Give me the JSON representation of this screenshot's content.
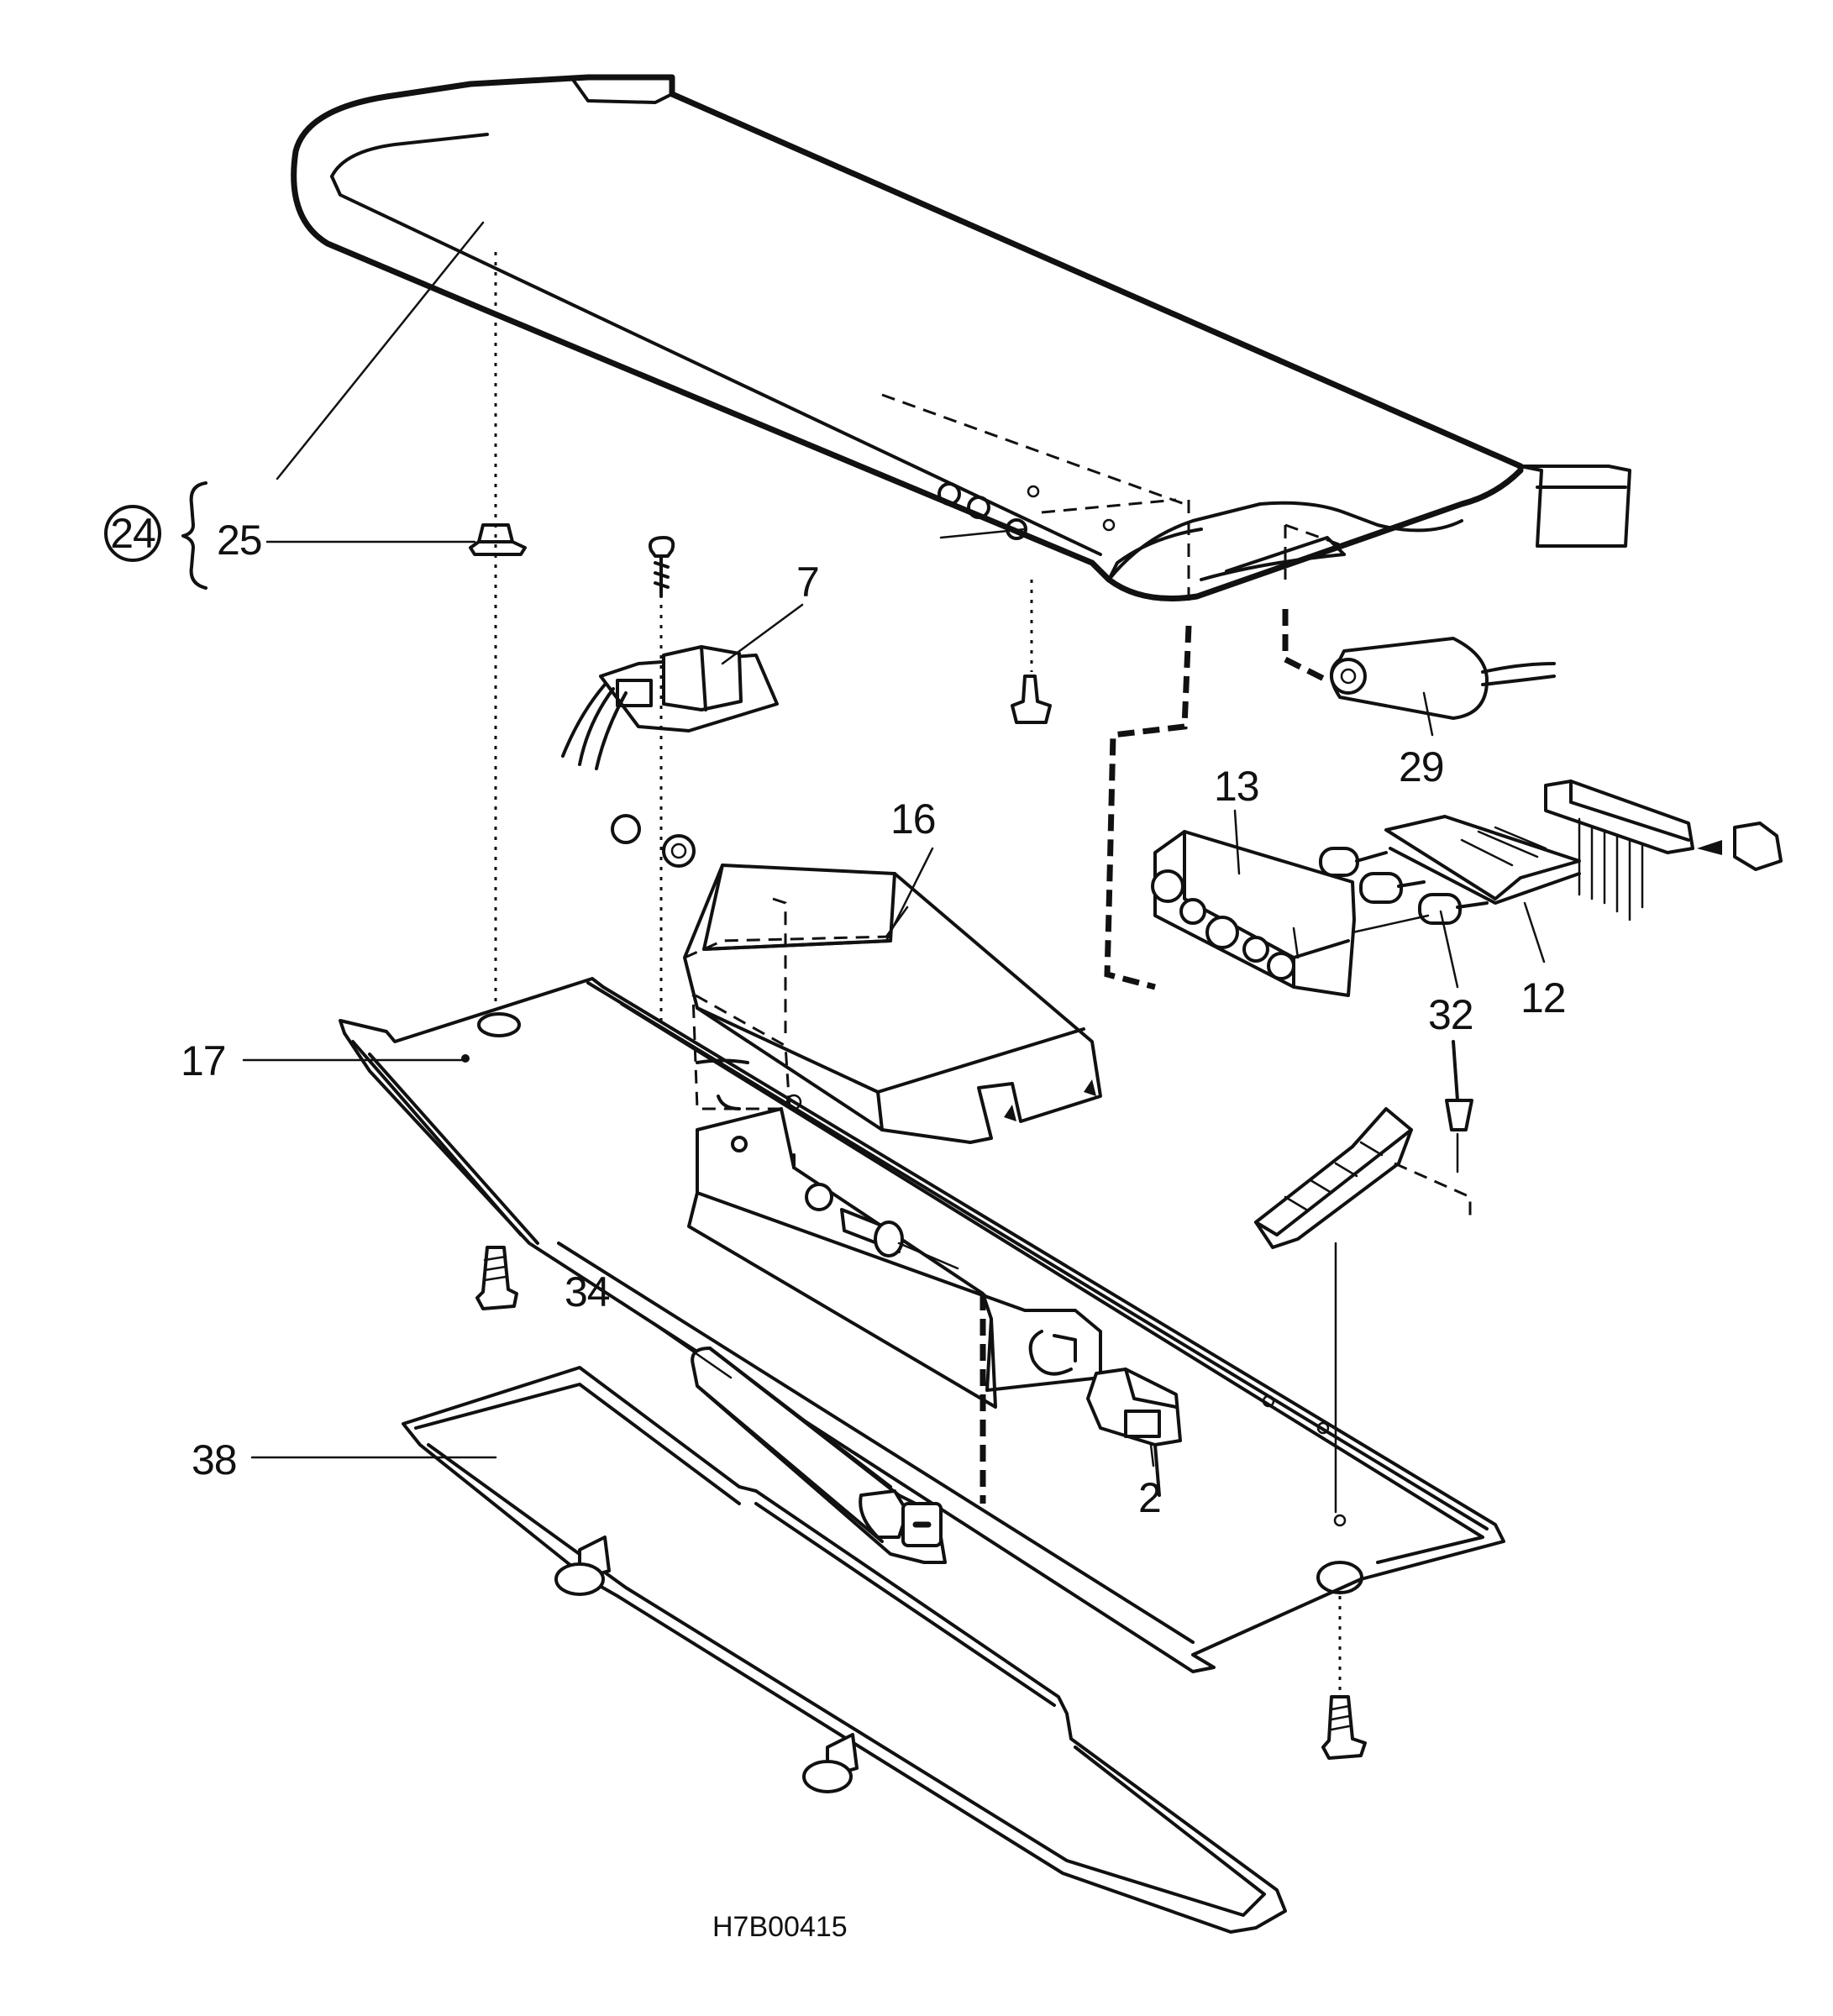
{
  "labels": {
    "p24": "24",
    "p25a": "25",
    "p25b": "25",
    "p7": "7",
    "p16": "16",
    "p13": "13",
    "p29": "29",
    "p12": "12",
    "p32": "32",
    "p17": "17",
    "p34": "34",
    "p38": "38",
    "p2": "2"
  },
  "drawing_code": "H7B00415"
}
